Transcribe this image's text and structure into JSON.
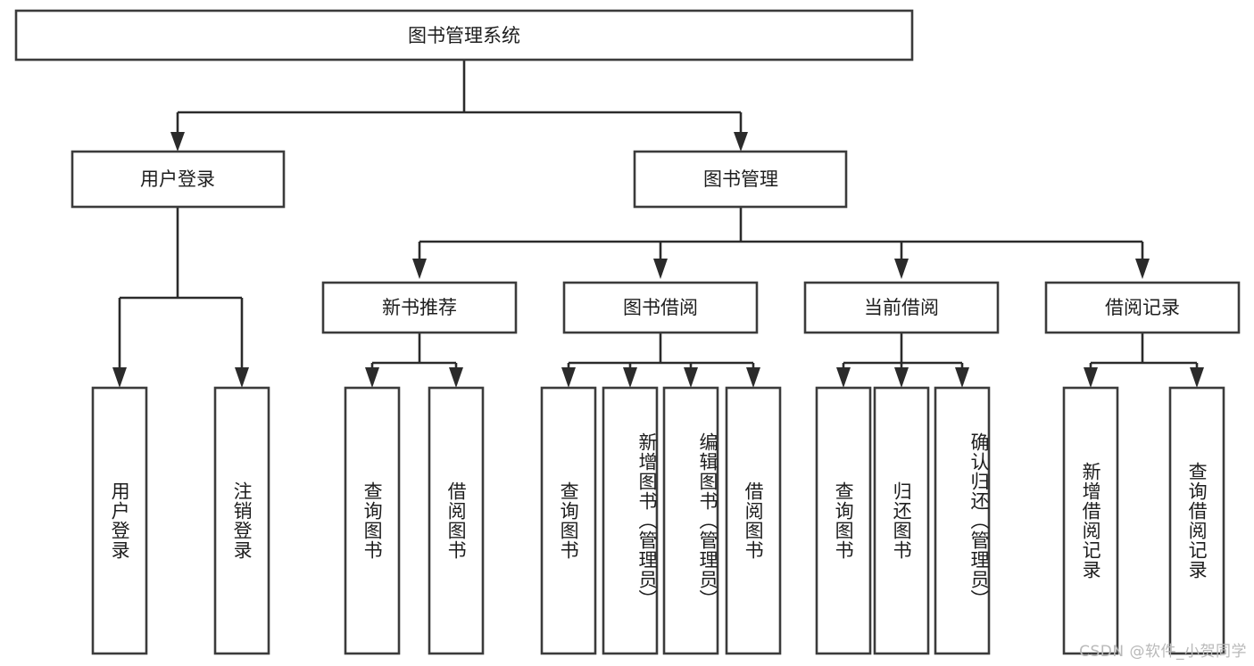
{
  "diagram": {
    "type": "tree-hierarchy",
    "title": "图书管理系统",
    "root": {
      "label": "图书管理系统"
    },
    "level2": [
      {
        "label": "用户登录"
      },
      {
        "label": "图书管理"
      }
    ],
    "level3": [
      {
        "label": "新书推荐"
      },
      {
        "label": "图书借阅"
      },
      {
        "label": "当前借阅"
      },
      {
        "label": "借阅记录"
      }
    ],
    "leaves": {
      "user_login": [
        {
          "label": "用户登录"
        },
        {
          "label": "注销登录"
        }
      ],
      "new_book_recommend": [
        {
          "label": "查询图书"
        },
        {
          "label": "借阅图书"
        }
      ],
      "book_borrow": [
        {
          "label": "查询图书"
        },
        {
          "label": "新增图书（管理员）"
        },
        {
          "label": "编辑图书（管理员）"
        },
        {
          "label": "借阅图书"
        }
      ],
      "current_borrow": [
        {
          "label": "查询图书"
        },
        {
          "label": "归还图书"
        },
        {
          "label": "确认归还（管理员）"
        }
      ],
      "borrow_record": [
        {
          "label": "新增借阅记录"
        },
        {
          "label": "查询借阅记录"
        }
      ]
    }
  },
  "watermark": {
    "text": "CSDN @软件_小贺同学"
  },
  "colors": {
    "box_stroke": "#3b3b3b",
    "connector": "#2b2b2b",
    "text": "#1d1d1d",
    "background": "#ffffff",
    "watermark": "#b9b9b9"
  }
}
